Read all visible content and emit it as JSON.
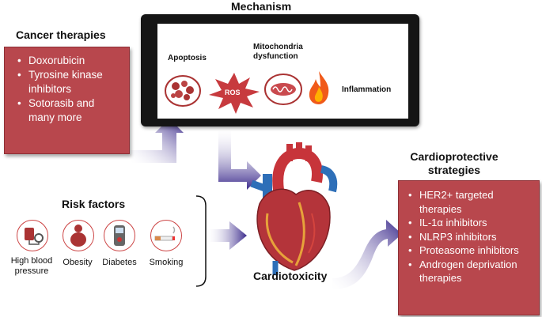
{
  "mechanism": {
    "title": "Mechanism",
    "apoptosis": "Apoptosis",
    "ros": "ROS",
    "mito_line1": "Mitochondria",
    "mito_line2": "dysfunction",
    "inflammation": "Inflammation"
  },
  "cancer": {
    "title": "Cancer therapies",
    "items": [
      "Doxorubicin",
      "Tyrosine kinase inhibitors",
      "Sotorasib and many more"
    ]
  },
  "risk": {
    "title": "Risk factors",
    "factors": [
      {
        "label_line1": "High blood",
        "label_line2": "pressure",
        "icon": "blood-pressure-icon"
      },
      {
        "label_line1": "Obesity",
        "label_line2": "",
        "icon": "obesity-icon"
      },
      {
        "label_line1": "Diabetes",
        "label_line2": "",
        "icon": "glucometer-icon"
      },
      {
        "label_line1": "Smoking",
        "label_line2": "",
        "icon": "cigarette-icon"
      }
    ]
  },
  "center": {
    "label": "Cardiotoxicity"
  },
  "protect": {
    "title_line1": "Cardioprotective",
    "title_line2": "strategies",
    "items": [
      "HER2+ targeted therapies",
      "IL-1α inhibitors",
      "NLRP3 inhibitors",
      "Proteasome inhibitors",
      "Androgen deprivation therapies"
    ]
  },
  "colors": {
    "red_box": "#b8474d",
    "arrow": "#3b2a8c",
    "dark_frame": "#151515"
  }
}
